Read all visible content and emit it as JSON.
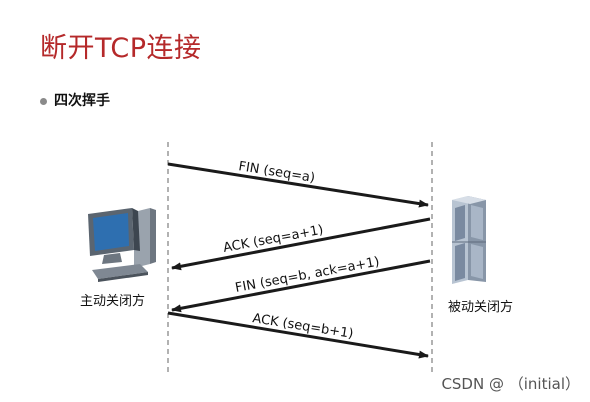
{
  "title": "断开TCP连接",
  "subtitle": "四次挥手",
  "left_party": "主动关闭方",
  "right_party": "被动关闭方",
  "messages": [
    {
      "text": "FIN (seq=a)",
      "direction": "right"
    },
    {
      "text": "ACK (seq=a+1)",
      "direction": "left"
    },
    {
      "text": "FIN (seq=b, ack=a+1)",
      "direction": "left"
    },
    {
      "text": "ACK (seq=b+1)",
      "direction": "right"
    }
  ],
  "watermark": "CSDN @ （initial）",
  "colors": {
    "title": "#b5292a",
    "arrow": "#1a1a1a",
    "lifeline": "#666666"
  },
  "icons": {
    "left": "desktop-computer-icon",
    "right": "server-icon"
  }
}
